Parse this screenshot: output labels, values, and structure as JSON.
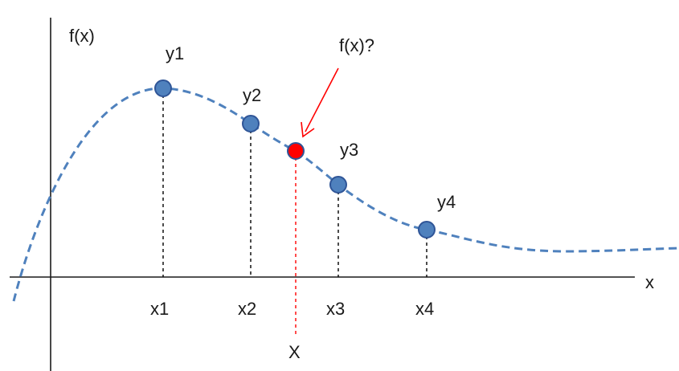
{
  "labels": {
    "y_axis": "f(x)",
    "x_axis": "x",
    "query_value": "f(x)?",
    "query_x": "X"
  },
  "points": [
    {
      "x_label": "x1",
      "y_label": "y1"
    },
    {
      "x_label": "x2",
      "y_label": "y2"
    },
    {
      "x_label": "x3",
      "y_label": "y3"
    },
    {
      "x_label": "x4",
      "y_label": "y4"
    }
  ],
  "colors": {
    "curve": "#4f81bd",
    "point_fill": "#4f81bd",
    "point_stroke": "#2f5597",
    "query_point": "#ff0000",
    "query_line": "#ff0000",
    "axis": "#1a1a1a"
  }
}
